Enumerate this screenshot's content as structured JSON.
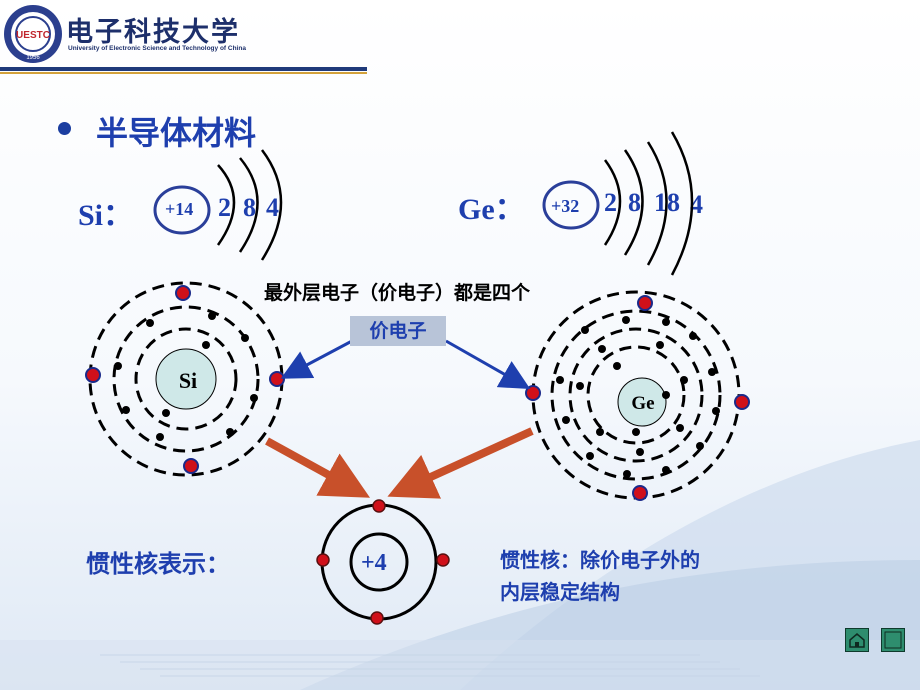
{
  "header": {
    "logo_badge": "UESTC",
    "logo_year": "1956",
    "logo_cn": "电子科技大学",
    "logo_en": "University of Electronic Science and Technology of China"
  },
  "title": "半导体材料",
  "si": {
    "label": "Si：",
    "charge": "+14",
    "shells": [
      "2",
      "8",
      "4"
    ],
    "nucleus": "Si"
  },
  "ge": {
    "label": "Ge：",
    "charge": "+32",
    "shells": [
      "2",
      "8",
      "18",
      "4"
    ],
    "nucleus": "Ge"
  },
  "caption": "最外层电子（价电子）都是四个",
  "valence_tag": "价电子",
  "core": {
    "label": "惯性核表示：",
    "charge": "+4"
  },
  "note": {
    "line1": "惯性核：除价电子外的",
    "line2": "内层稳定结构"
  },
  "colors": {
    "text_blue": "#1e3fae",
    "arrow_red": "#c8502a",
    "electron_red": "#d0101a",
    "nucleus_fill": "#cfe8e8"
  },
  "icons": {
    "home": "home-icon",
    "next": "next-slide-icon"
  }
}
